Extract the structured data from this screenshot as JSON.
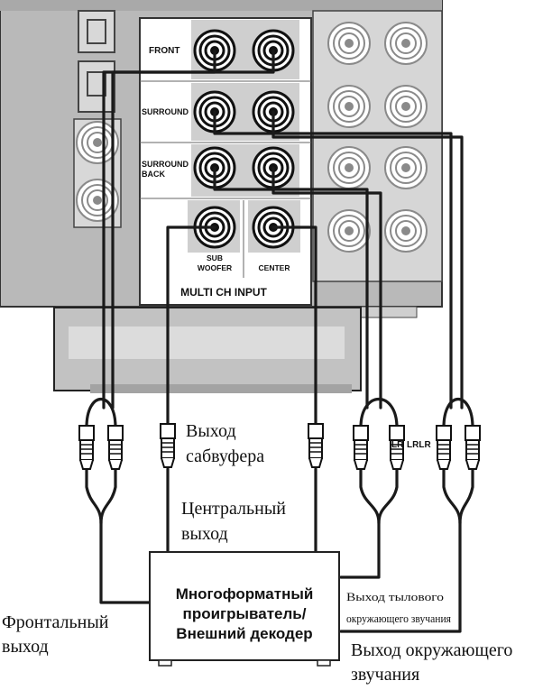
{
  "panel": {
    "front_label": "FRONT",
    "surround_label": "SURROUND",
    "surround_back_label_line1": "SURROUND",
    "surround_back_label_line2": "BACK",
    "subwoofer_label_line1": "SUB",
    "subwoofer_label_line2": "WOOFER",
    "center_label": "CENTER",
    "multi_ch_input_label": "MULTI CH INPUT"
  },
  "plug_labels": {
    "group1": "LR",
    "group2": "LRLR"
  },
  "annotations": {
    "subwoofer_out_line1": "Выход",
    "subwoofer_out_line2": "сабвуфера",
    "center_out_line1": "Центральный",
    "center_out_line2": "выход",
    "front_out_line1": "Фронтальный",
    "front_out_line2": "выход",
    "surround_back_out_line1": "Выход тылового",
    "surround_back_out_line2": "окружающего звучания",
    "surround_out_line1": "Выход окружающего",
    "surround_out_line2": "звучания"
  },
  "device": {
    "name_line1": "Многоформатный",
    "name_line2": "проигрыватель/",
    "name_line3": "Внешний декодер"
  },
  "colors": {
    "panel_gray": "#b9b9b9",
    "jack_block": "#cfcfcf",
    "cable": "#1a1a1a"
  }
}
